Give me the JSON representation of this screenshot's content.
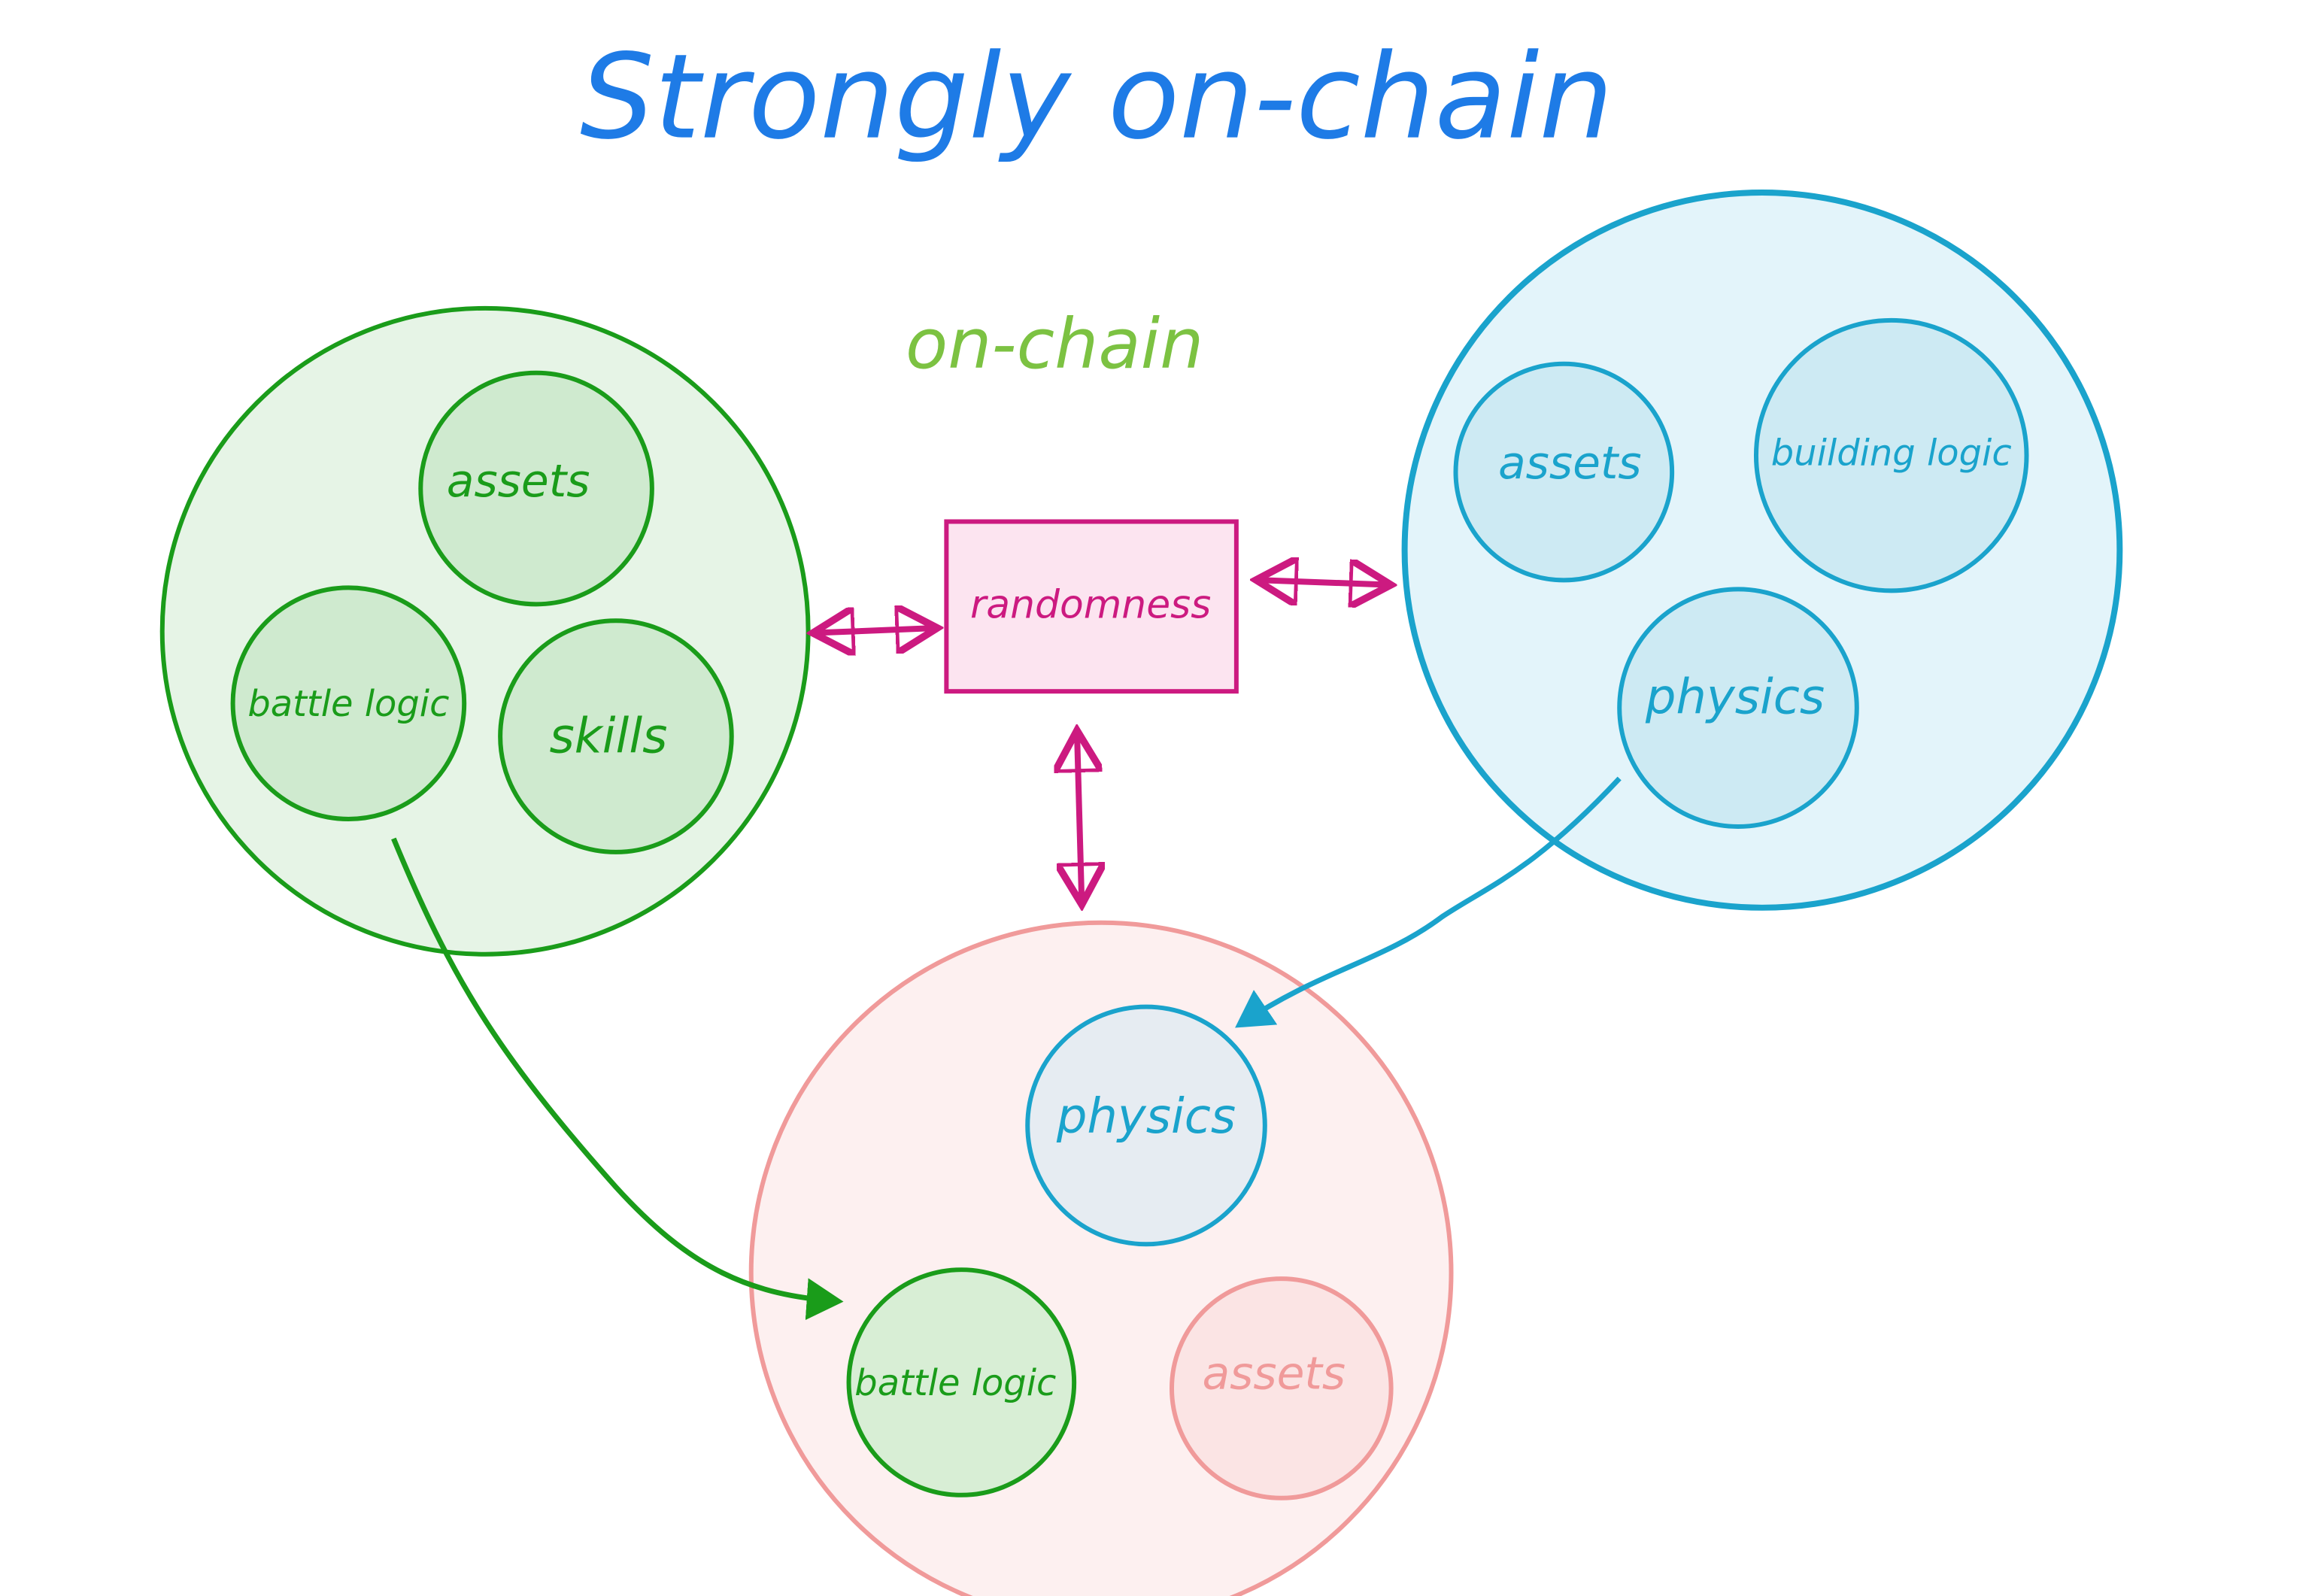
{
  "title": "Strongly on-chain",
  "subtitle": "on-chain",
  "colors": {
    "title": "#1e7be6",
    "subtitle": "#7cc242",
    "green": "#1a9c1a",
    "blue": "#1aa3cc",
    "pink": "#f09a9a",
    "magenta": "#cc1a80"
  },
  "groups": {
    "left": {
      "items": [
        "assets",
        "battle logic",
        "skills"
      ]
    },
    "right": {
      "items": [
        "assets",
        "building logic",
        "physics"
      ]
    },
    "bottom": {
      "items": [
        "physics",
        "battle logic",
        "assets"
      ]
    }
  },
  "center_box": "randomness"
}
